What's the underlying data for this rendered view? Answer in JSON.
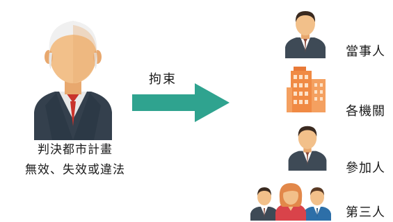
{
  "subject": {
    "icon": "elderly-judge-icon",
    "caption_line1": "判決都市計畫",
    "caption_line2": "無效、失效或違法"
  },
  "arrow": {
    "label": "拘束",
    "color": "#2fa38f",
    "icon": "right-arrow-icon"
  },
  "targets": [
    {
      "label": "當事人",
      "icon": "businessman-icon"
    },
    {
      "label": "各機關",
      "icon": "office-building-icon"
    },
    {
      "label": "參加人",
      "icon": "businessman-icon"
    },
    {
      "label": "第三人",
      "icon": "group-people-icon"
    }
  ],
  "colors": {
    "suit": "#3a4a5a",
    "skin": "#f2c08a",
    "building": "#f08a44",
    "accent_green": "#2fa38f"
  }
}
